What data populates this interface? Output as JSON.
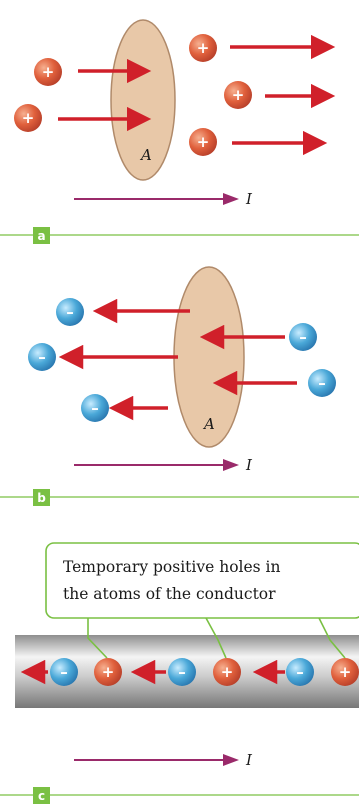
{
  "panel_a": {
    "letter": "a",
    "area_label": "A",
    "current_label": "I",
    "charge_sign": "+"
  },
  "panel_b": {
    "letter": "b",
    "area_label": "A",
    "current_label": "I",
    "charge_sign": "–"
  },
  "panel_c": {
    "letter": "c",
    "callout_line1": "Temporary positive holes in",
    "callout_line2": "the atoms of the conductor",
    "current_label": "I",
    "positive_sign": "+",
    "negative_sign": "–"
  },
  "colors": {
    "positive_charge": "#e0603c",
    "negative_charge": "#4aa8d8",
    "arrow": "#d0202a",
    "current_arrow": "#9a2a6a",
    "area_fill": "#e8c8a8",
    "accent": "#7ac043"
  }
}
